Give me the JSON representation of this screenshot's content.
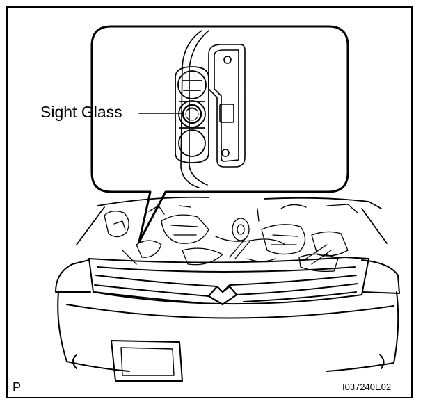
{
  "callout": {
    "label": "Sight Glass"
  },
  "corner": {
    "view_code": "P",
    "figure_id": "I037240E02"
  },
  "colors": {
    "line": "#000000",
    "background": "#ffffff"
  }
}
